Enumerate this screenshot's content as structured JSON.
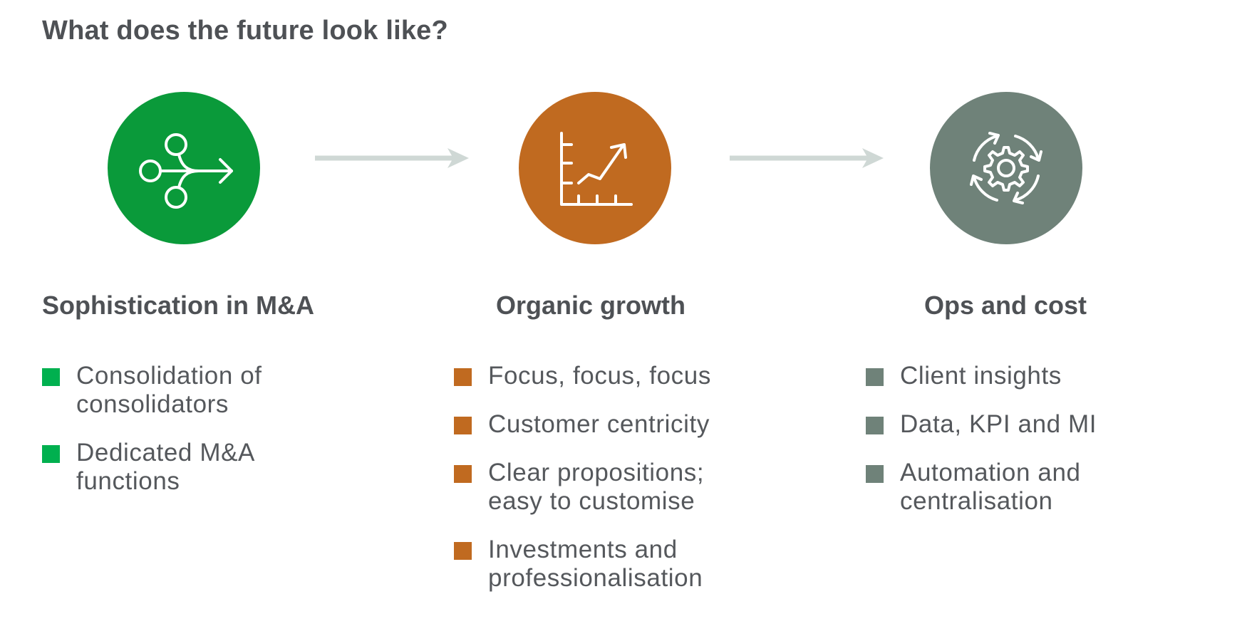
{
  "title": "What does the future look like?",
  "colors": {
    "green": "#0a9a3a",
    "green_bullet": "#00b04f",
    "orange": "#c06a20",
    "grey": "#6f8279",
    "arrow": "#cfd8d5"
  },
  "columns": [
    {
      "icon": "merge-arrow-icon",
      "heading": "Sophistication in M&A",
      "items": [
        "Consolidation of consolidators",
        "Dedicated M&A functions"
      ]
    },
    {
      "icon": "growth-chart-icon",
      "heading": "Organic growth",
      "items": [
        "Focus, focus, focus",
        "Customer centricity",
        "Clear propositions; easy to customise",
        "Investments and professionalisation"
      ]
    },
    {
      "icon": "gear-cycle-icon",
      "heading": "Ops and cost",
      "items": [
        "Client insights",
        "Data, KPI and MI",
        "Automation and centralisation"
      ]
    }
  ]
}
